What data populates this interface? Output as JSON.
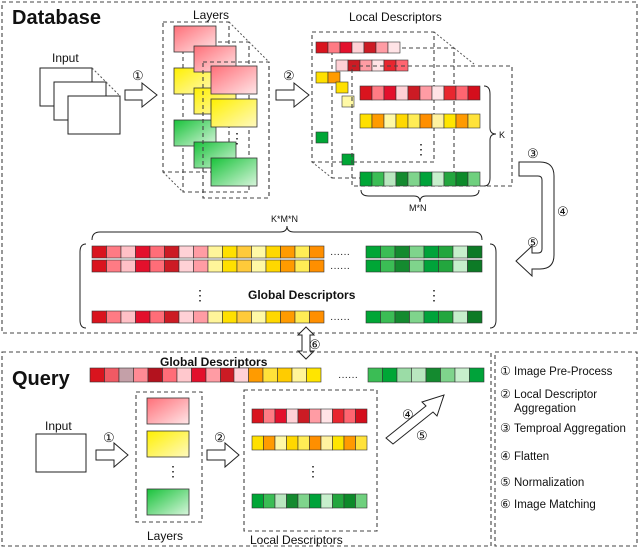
{
  "db": {
    "title": "Database",
    "input": "Input",
    "layers": "Layers",
    "local": "Local Descriptors",
    "global": "Global Descriptors",
    "dim_k": "K",
    "dim_mn": "M*N",
    "dim_kmn": "K*M*N"
  },
  "query": {
    "title": "Query",
    "input": "Input",
    "global": "Global Descriptors",
    "layers": "Layers",
    "local": "Local Descriptors"
  },
  "symbols": {
    "dots_h": "······",
    "dots_v": "⋮"
  },
  "steps": {
    "s1": "①",
    "s2": "②",
    "s3": "③",
    "s4": "④",
    "s5": "⑤",
    "s6": "⑥"
  },
  "legend": [
    {
      "num": "①",
      "text": "Image Pre-Process"
    },
    {
      "num": "②",
      "text": "Local Descriptor"
    },
    {
      "num": "",
      "text": "Aggregation"
    },
    {
      "num": "③",
      "text": "Temproal Aggregation"
    },
    {
      "num": "④",
      "text": "Flatten"
    },
    {
      "num": "⑤",
      "text": "Normalization"
    },
    {
      "num": "⑥",
      "text": "Image Matching"
    }
  ],
  "palette": {
    "red_row": [
      "#d9141e",
      "#ff7b84",
      "#e3102c",
      "#ffd1d6",
      "#cc1b24",
      "#ff9ca4",
      "#ffe3e6",
      "#e8262f",
      "#ff6570",
      "#d40e1c"
    ],
    "yellow_row": [
      "#ffe000",
      "#ff9b00",
      "#fff9a6",
      "#ffd800",
      "#ffec55",
      "#ff8f00",
      "#fff2a0",
      "#ffe500",
      "#ff9a00",
      "#ffe23a"
    ],
    "green_row": [
      "#00a636",
      "#3bbd55",
      "#b9e7bf",
      "#148a2f",
      "#7fd48c",
      "#00a33a",
      "#c7efcc",
      "#23a63e",
      "#0d8a2a",
      "#6fd07e"
    ],
    "global_red": [
      "#d9141e",
      "#ff7b84",
      "#ffc0c6",
      "#e3102c",
      "#ff6d78",
      "#cc1b24",
      "#ffd1d6",
      "#ff9ca4"
    ],
    "global_yellow": [
      "#fff59a",
      "#ffe000",
      "#ffca3a",
      "#fff9a6",
      "#ffd800",
      "#ff9b00",
      "#ffec55",
      "#ff8f00"
    ],
    "global_green": [
      "#00a636",
      "#3bbd55",
      "#148a2f",
      "#7fd48c",
      "#00a33a",
      "#23a63e",
      "#c7efcc",
      "#0d7a26"
    ],
    "query_red": [
      "#d9141e",
      "#f05a64",
      "#c4a0a8",
      "#ff8a94",
      "#b3121e",
      "#ff6d78",
      "#ffc8cd",
      "#e3102c",
      "#ff9ca4",
      "#cc1b24",
      "#ffd1d6",
      "#e8262f"
    ],
    "query_yellow": [
      "#ffd1d6",
      "#ff9b00",
      "#ffe23a",
      "#ffcc00",
      "#fff59a",
      "#ffe500",
      "#ffec55",
      "#ff8f00",
      "#fff2a0",
      "#ffe000",
      "#ffca3a",
      "#fff9a6"
    ],
    "query_green": [
      "#3bbd55",
      "#00a636",
      "#9bdca6",
      "#b9e7bf",
      "#148a2f",
      "#7fd48c",
      "#c7efcc",
      "#00a33a"
    ]
  }
}
